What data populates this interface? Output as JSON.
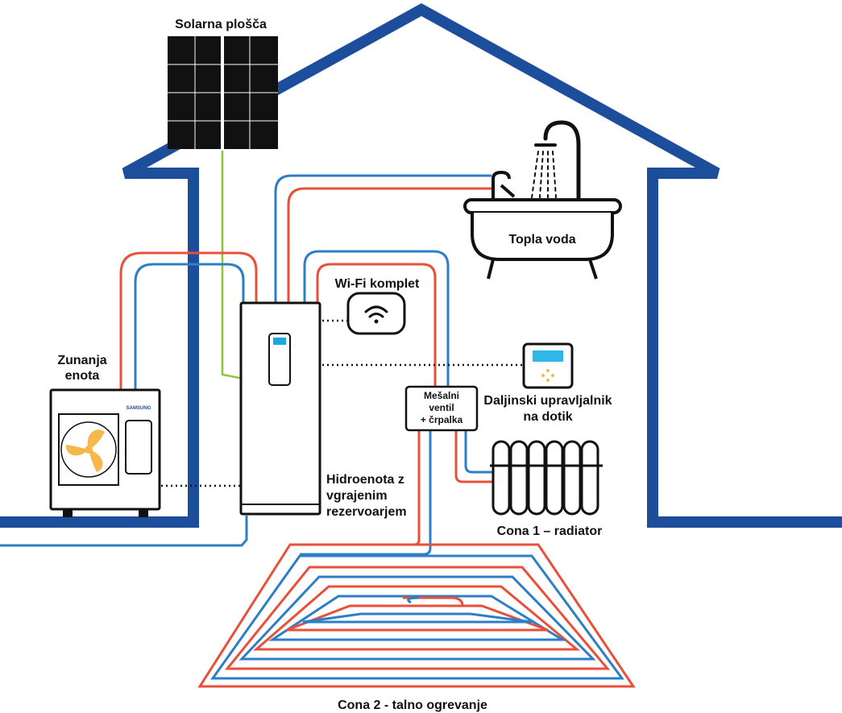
{
  "labels": {
    "solar": "Solarna plošča",
    "outdoor": [
      "Zunanja",
      "enota"
    ],
    "brand": "SAMSUNG",
    "hydro": [
      "Hidroenota z",
      "vgrajenim",
      "rezervoarjem"
    ],
    "wifi": "Wi-Fi komplet",
    "remote": [
      "Daljinski upravljalnik",
      "na dotik"
    ],
    "mixing": [
      "Mešalni",
      "ventil",
      "+ črpalka"
    ],
    "hot_water": "Topla voda",
    "zone1": "Cona 1 – radiator",
    "zone2": "Cona 2 - talno ogrevanje"
  },
  "colors": {
    "house": "#1d4e9c",
    "pipe_hot": "#e8503a",
    "pipe_cold": "#2c7fc7",
    "solar_line": "#8cc63f",
    "fan": "#f6b84b",
    "display": "#1ba6e0",
    "outline": "#111111",
    "screen": "#2fb7ea"
  },
  "icons": [
    "solar-panel-icon",
    "outdoor-unit-icon",
    "hydro-unit-icon",
    "wifi-icon",
    "remote-control-icon",
    "mixing-valve-icon",
    "bathtub-icon",
    "shower-icon",
    "radiator-icon",
    "floor-heating-icon"
  ]
}
